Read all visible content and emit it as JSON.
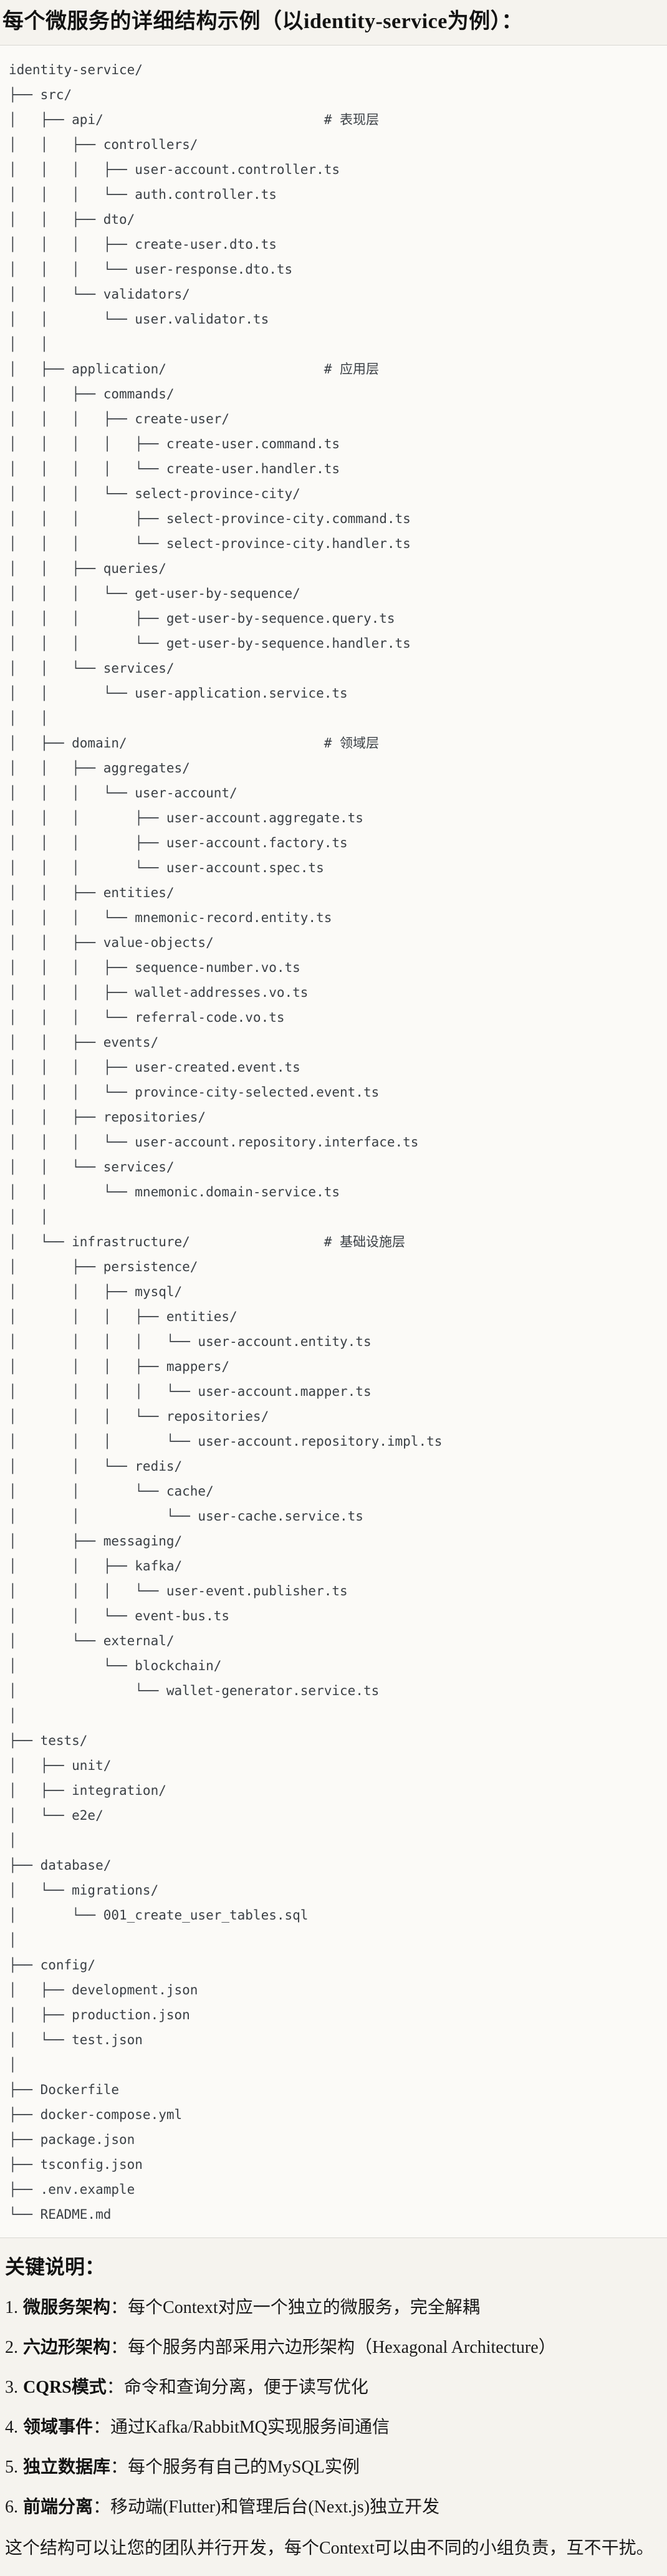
{
  "title": "每个微服务的详细结构示例（以identity-service为例）：",
  "colors": {
    "page_background": "#f5f3ee",
    "code_background": "#fbfaf7",
    "code_border": "#d9d8d3",
    "code_text": "#3a3f44",
    "body_text": "#141414"
  },
  "tree": {
    "lines": [
      "identity-service/",
      "├── src/",
      "│   ├── api/                            # 表现层",
      "│   │   ├── controllers/",
      "│   │   │   ├── user-account.controller.ts",
      "│   │   │   └── auth.controller.ts",
      "│   │   ├── dto/",
      "│   │   │   ├── create-user.dto.ts",
      "│   │   │   └── user-response.dto.ts",
      "│   │   └── validators/",
      "│   │       └── user.validator.ts",
      "│   │",
      "│   ├── application/                    # 应用层",
      "│   │   ├── commands/",
      "│   │   │   ├── create-user/",
      "│   │   │   │   ├── create-user.command.ts",
      "│   │   │   │   └── create-user.handler.ts",
      "│   │   │   └── select-province-city/",
      "│   │   │       ├── select-province-city.command.ts",
      "│   │   │       └── select-province-city.handler.ts",
      "│   │   ├── queries/",
      "│   │   │   └── get-user-by-sequence/",
      "│   │   │       ├── get-user-by-sequence.query.ts",
      "│   │   │       └── get-user-by-sequence.handler.ts",
      "│   │   └── services/",
      "│   │       └── user-application.service.ts",
      "│   │",
      "│   ├── domain/                         # 领域层",
      "│   │   ├── aggregates/",
      "│   │   │   └── user-account/",
      "│   │   │       ├── user-account.aggregate.ts",
      "│   │   │       ├── user-account.factory.ts",
      "│   │   │       └── user-account.spec.ts",
      "│   │   ├── entities/",
      "│   │   │   └── mnemonic-record.entity.ts",
      "│   │   ├── value-objects/",
      "│   │   │   ├── sequence-number.vo.ts",
      "│   │   │   ├── wallet-addresses.vo.ts",
      "│   │   │   └── referral-code.vo.ts",
      "│   │   ├── events/",
      "│   │   │   ├── user-created.event.ts",
      "│   │   │   └── province-city-selected.event.ts",
      "│   │   ├── repositories/",
      "│   │   │   └── user-account.repository.interface.ts",
      "│   │   └── services/",
      "│   │       └── mnemonic.domain-service.ts",
      "│   │",
      "│   └── infrastructure/                 # 基础设施层",
      "│       ├── persistence/",
      "│       │   ├── mysql/",
      "│       │   │   ├── entities/",
      "│       │   │   │   └── user-account.entity.ts",
      "│       │   │   ├── mappers/",
      "│       │   │   │   └── user-account.mapper.ts",
      "│       │   │   └── repositories/",
      "│       │   │       └── user-account.repository.impl.ts",
      "│       │   └── redis/",
      "│       │       └── cache/",
      "│       │           └── user-cache.service.ts",
      "│       ├── messaging/",
      "│       │   ├── kafka/",
      "│       │   │   └── user-event.publisher.ts",
      "│       │   └── event-bus.ts",
      "│       └── external/",
      "│           └── blockchain/",
      "│               └── wallet-generator.service.ts",
      "│",
      "├── tests/",
      "│   ├── unit/",
      "│   ├── integration/",
      "│   └── e2e/",
      "│",
      "├── database/",
      "│   └── migrations/",
      "│       └── 001_create_user_tables.sql",
      "│",
      "├── config/",
      "│   ├── development.json",
      "│   ├── production.json",
      "│   └── test.json",
      "│",
      "├── Dockerfile",
      "├── docker-compose.yml",
      "├── package.json",
      "├── tsconfig.json",
      "├── .env.example",
      "└── README.md"
    ]
  },
  "notes": {
    "heading": "关键说明：",
    "items": [
      {
        "num": "1.",
        "term": "微服务架构",
        "colon": "：",
        "desc": "每个Context对应一个独立的微服务，完全解耦"
      },
      {
        "num": "2.",
        "term": "六边形架构",
        "colon": "：",
        "desc": "每个服务内部采用六边形架构（Hexagonal Architecture）"
      },
      {
        "num": "3.",
        "term": "CQRS模式",
        "colon": "：",
        "desc": "命令和查询分离，便于读写优化"
      },
      {
        "num": "4.",
        "term": "领域事件",
        "colon": "：",
        "desc": "通过Kafka/RabbitMQ实现服务间通信"
      },
      {
        "num": "5.",
        "term": "独立数据库",
        "colon": "：",
        "desc": "每个服务有自己的MySQL实例"
      },
      {
        "num": "6.",
        "term": "前端分离",
        "colon": "：",
        "desc": "移动端(Flutter)和管理后台(Next.js)独立开发"
      }
    ],
    "closing": "这个结构可以让您的团队并行开发，每个Context可以由不同的小组负责，互不干扰。"
  }
}
